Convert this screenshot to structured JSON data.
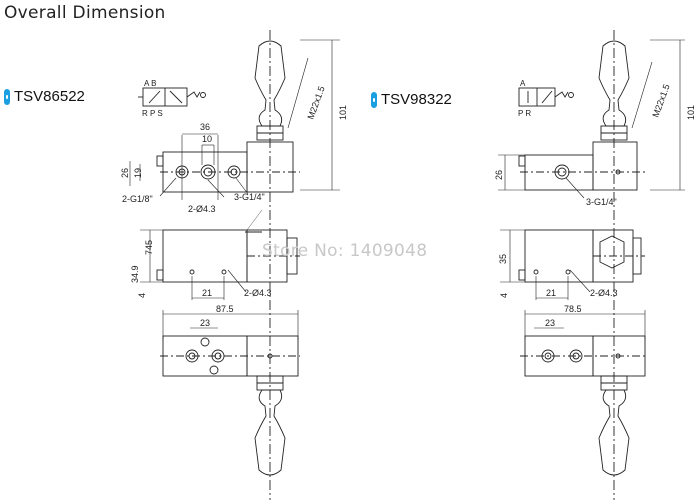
{
  "title": "Overall Dimension",
  "watermark": "Store No: 1409048",
  "models": [
    {
      "name": "TSV86522",
      "port_letters": {
        "top": "A B",
        "bottom": "R P S"
      },
      "dims": {
        "thread": "M22x1.5",
        "height": "101",
        "top_width": "36",
        "port_spacing": "10",
        "side_h1": "26",
        "side_h2": "19",
        "port_thread_left": "2-G1/8\"",
        "port_thread_right": "3-G1/4\"",
        "mount_holes_top": "2-Ø4.3",
        "body_h1": "34.9",
        "body_h2": "745",
        "body_offset": "4",
        "hole_dist": "21",
        "mount_holes_mid": "2-Ø4.3",
        "length": "87.5",
        "bottom_spacing": "23"
      }
    },
    {
      "name": "TSV98322",
      "port_letters": {
        "top": "A",
        "bottom": "P R"
      },
      "dims": {
        "thread": "M22x1.5",
        "height": "101",
        "side_h1": "26",
        "port_thread_right": "3-G1/4\"",
        "body_h": "35",
        "body_offset": "4",
        "hole_dist": "21",
        "mount_holes_mid": "2-Ø4.3",
        "length": "78.5",
        "bottom_spacing": "23"
      }
    }
  ],
  "colors": {
    "badge": "#1aa0e0",
    "line": "#222222",
    "watermark": "#c8c8c8"
  }
}
